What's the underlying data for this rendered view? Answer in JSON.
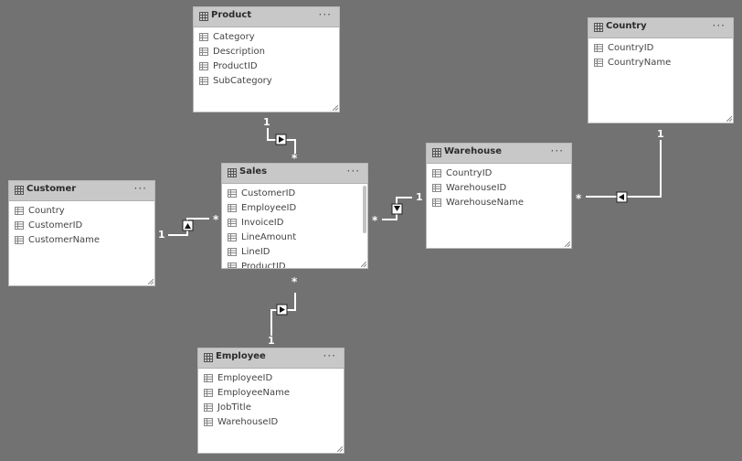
{
  "tables": [
    {
      "name": "Product",
      "fields": [
        "Category",
        "Description",
        "ProductID",
        "SubCategory"
      ]
    },
    {
      "name": "Country",
      "fields": [
        "CountryID",
        "CountryName"
      ]
    },
    {
      "name": "Warehouse",
      "fields": [
        "CountryID",
        "WarehouseID",
        "WarehouseName"
      ]
    },
    {
      "name": "Sales",
      "fields": [
        "CustomerID",
        "EmployeeID",
        "InvoiceID",
        "LineAmount",
        "LineID",
        "ProductID"
      ]
    },
    {
      "name": "Customer",
      "fields": [
        "Country",
        "CustomerID",
        "CustomerName"
      ]
    },
    {
      "name": "Employee",
      "fields": [
        "EmployeeID",
        "EmployeeName",
        "JobTitle",
        "WarehouseID"
      ]
    }
  ],
  "menu_glyph": "···",
  "relationships": [
    {
      "one_label": "1",
      "many_label": "*"
    },
    {
      "one_label": "1",
      "many_label": "*"
    },
    {
      "one_label": "1",
      "many_label": "*"
    },
    {
      "one_label": "1",
      "many_label": "*"
    },
    {
      "one_label": "1",
      "many_label": "*"
    }
  ],
  "colors": {
    "canvas": "#727272",
    "header": "#c8c8c8",
    "line": "#ffffff"
  }
}
